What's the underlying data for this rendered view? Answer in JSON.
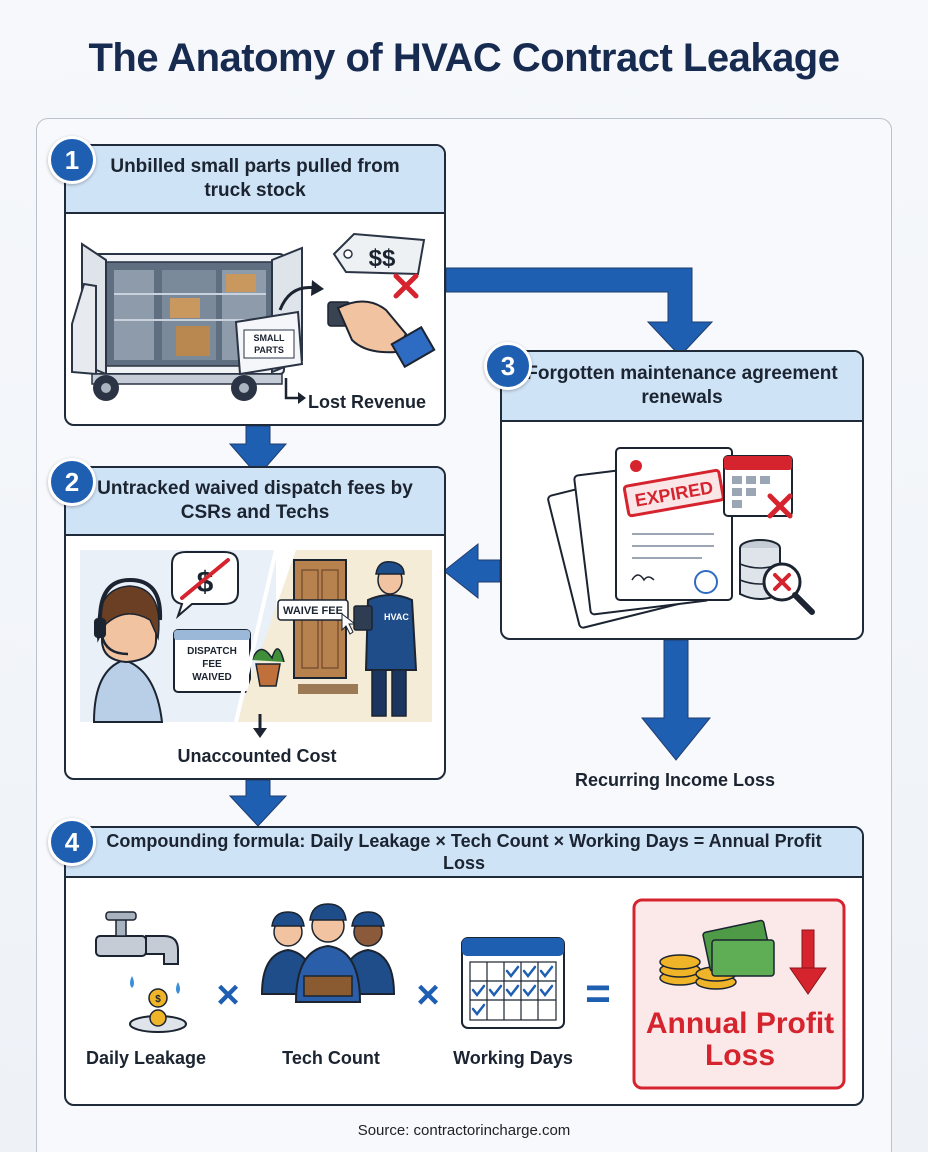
{
  "title": "The Anatomy of HVAC Contract Leakage",
  "steps": [
    {
      "number": "1",
      "heading": "Unbilled small parts pulled from truck stock",
      "price_tag": "$$",
      "box_label": "SMALL PARTS",
      "outcome": "Lost Revenue"
    },
    {
      "number": "2",
      "heading": "Untracked waived dispatch fees by CSRs and Techs",
      "screen_label": "DISPATCH FEE WAIVED",
      "tablet_label": "WAIVE FEE",
      "uniform_label": "HVAC",
      "outcome": "Unaccounted Cost"
    },
    {
      "number": "3",
      "heading": "Forgotten maintenance agreement renewals",
      "stamp": "EXPIRED",
      "outcome": "Recurring Income Loss"
    },
    {
      "number": "4",
      "heading": "Compounding formula: Daily Leakage × Tech Count × Working Days = Annual Profit Loss",
      "terms": {
        "daily": "Daily Leakage",
        "tech": "Tech Count",
        "days": "Working Days",
        "result": "Annual Profit Loss"
      },
      "operators": {
        "times": "×",
        "equals": "="
      }
    }
  ],
  "source": "Source: contractorincharge.com",
  "colors": {
    "title": "#172a4f",
    "header_fill": "#cfe3f7",
    "arrow": "#1f5fb1",
    "loss_red": "#d6242f",
    "badge": "#1f5fb1"
  }
}
